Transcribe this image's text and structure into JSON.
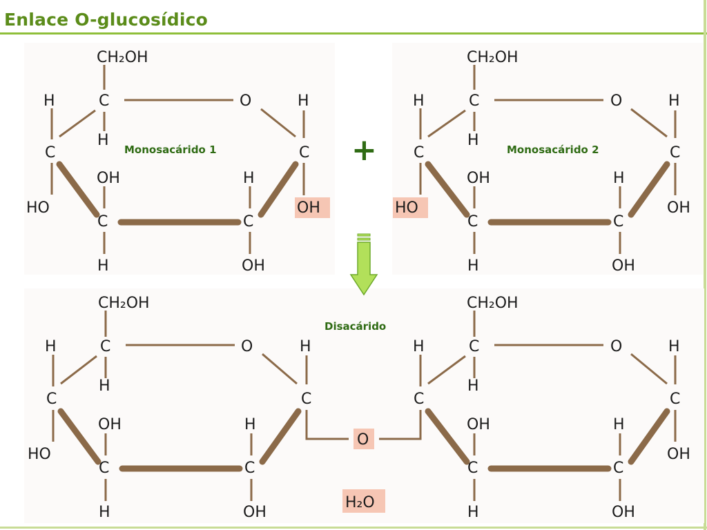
{
  "title": "Enlace O-glucosídico",
  "labels": {
    "mono1": "Monosacárido 1",
    "mono2": "Monosacárido 2",
    "plus": "+",
    "disaccharide": "Disacárido",
    "bridge_o": "O",
    "water": "H₂O"
  },
  "atoms": {
    "ch2oh": "CH₂OH",
    "c": "C",
    "h": "H",
    "o": "O",
    "oh": "OH",
    "ho": "HO"
  },
  "colors": {
    "title": "#5b8c1a",
    "title_rule": "#8fbf3a",
    "bond": "#8b6a49",
    "label_green": "#2f6b14",
    "highlight": "#f6c6b4",
    "arrow_fill": "#b2e05a",
    "arrow_stroke": "#6da82a",
    "molecule_bg": "#fdfbfa"
  },
  "highlights": [
    "OH (Monosacárido 1)",
    "HO (Monosacárido 2)",
    "O (puente)",
    "H₂O"
  ]
}
